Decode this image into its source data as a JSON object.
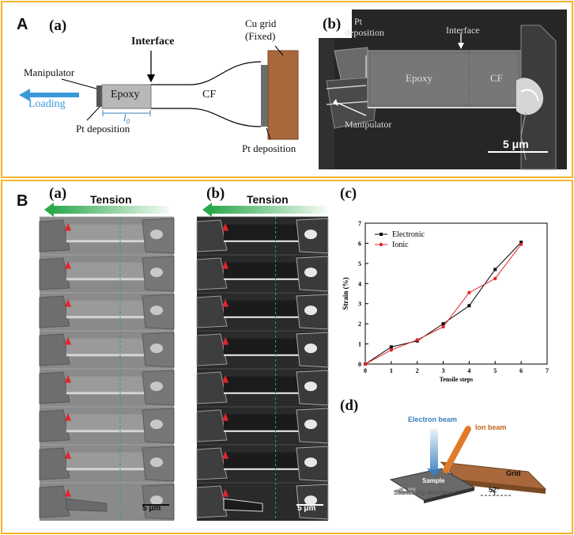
{
  "panelA": {
    "letter": "A",
    "a": {
      "sub": "(a)",
      "interface": "Interface",
      "cu_grid_line1": "Cu grid",
      "cu_grid_line2": "(Fixed)",
      "manipulator": "Manipulator",
      "loading": "Loading",
      "epoxy": "Epoxy",
      "cf": "CF",
      "l0": "l",
      "l0_sub": "0",
      "pt_dep_left": "Pt deposition",
      "pt_dep_right": "Pt deposition"
    },
    "b": {
      "sub": "(b)",
      "pt_line1": "Pt",
      "pt_line2": "deposition",
      "interface": "Interface",
      "epoxy": "Epoxy",
      "cf": "CF",
      "manipulator": "Manipulator",
      "scale": "5 μm"
    }
  },
  "panelB": {
    "letter": "B",
    "a": {
      "sub": "(a)",
      "tension": "Tension",
      "scale": "5 μm"
    },
    "b": {
      "sub": "(b)",
      "tension": "Tension",
      "scale": "5 μm"
    },
    "c": {
      "sub": "(c)",
      "chart_data": {
        "type": "line",
        "xlabel": "Tensile steps",
        "ylabel": "Strain (%)",
        "xlim": [
          0,
          7
        ],
        "ylim": [
          0,
          7
        ],
        "xticks": [
          0,
          1,
          2,
          3,
          4,
          5,
          6,
          7
        ],
        "yticks": [
          0,
          1,
          2,
          3,
          4,
          5,
          6,
          7
        ],
        "legend_position": "top-left",
        "grid": false,
        "x": [
          0,
          1,
          2,
          3,
          4,
          5,
          6
        ],
        "series": [
          {
            "name": "Electronic",
            "color": "#000000",
            "marker": "square",
            "values": [
              0,
              0.85,
              1.15,
              2.0,
              2.9,
              4.7,
              6.05
            ]
          },
          {
            "name": "Ionic",
            "color": "#e0262b",
            "marker": "circle",
            "values": [
              0,
              0.7,
              1.2,
              1.85,
              3.55,
              4.25,
              5.95
            ]
          }
        ]
      }
    },
    "d": {
      "sub": "(d)",
      "electron_beam": "Electron beam",
      "ion_beam": "Ion beam",
      "grid": "Grid",
      "sample": "Sample",
      "stretching": "Stretching direction",
      "angle": "52°"
    }
  },
  "colors": {
    "border": "#f1b52d",
    "copper": "#a9683b",
    "loading_blue": "#3a9ad9",
    "tension_green": "#2aa84a",
    "marker_red": "#e0262b",
    "sem_dark": "#2a2a2a",
    "sem_grey": "#8a8a8a"
  }
}
